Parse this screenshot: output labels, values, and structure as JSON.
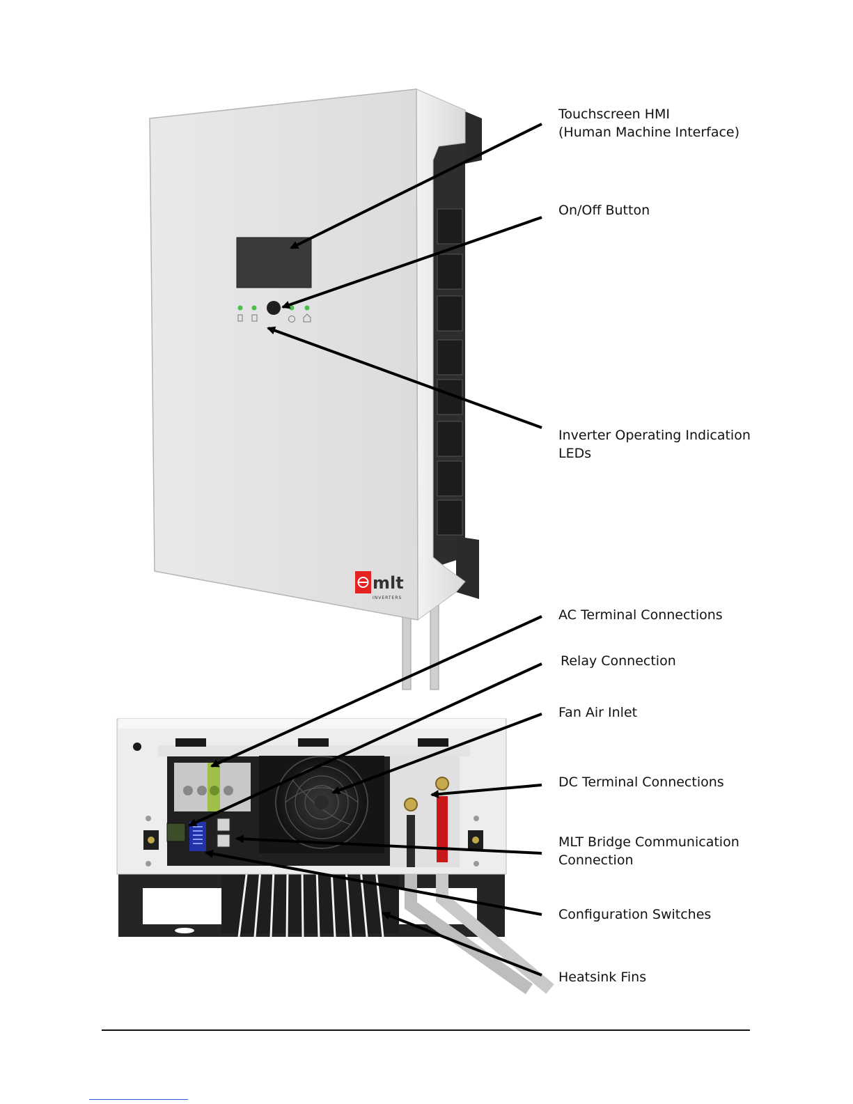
{
  "callouts": {
    "touchscreen": {
      "line1": "Touchscreen HMI",
      "line2": "(Human Machine Interface)"
    },
    "onoff": {
      "line1": "On/Off Button"
    },
    "leds": {
      "line1": "Inverter Operating Indication",
      "line2": "LEDs"
    },
    "ac": {
      "line1": "AC Terminal Connections"
    },
    "relay": {
      "line1": "Relay Connection"
    },
    "fan": {
      "line1": "Fan Air Inlet"
    },
    "dc": {
      "line1": "DC Terminal Connections"
    },
    "bridge": {
      "line1": "MLT Bridge Communication",
      "line2": "Connection"
    },
    "config": {
      "line1": "Configuration Switches"
    },
    "heatsink": {
      "line1": "Heatsink Fins"
    }
  },
  "logo": {
    "brand": "mlt",
    "sub": "INVERTERS"
  },
  "colors": {
    "panel": "#e7e7e9",
    "fins": "#2a2a2a",
    "led": "#4bbd4b",
    "logo_red": "#e42222",
    "dc_red": "#c81818",
    "switch_blue": "#2233aa",
    "arrow": "#000000",
    "footer_rule": "#111111",
    "link_underline": "#2b5fd9"
  }
}
